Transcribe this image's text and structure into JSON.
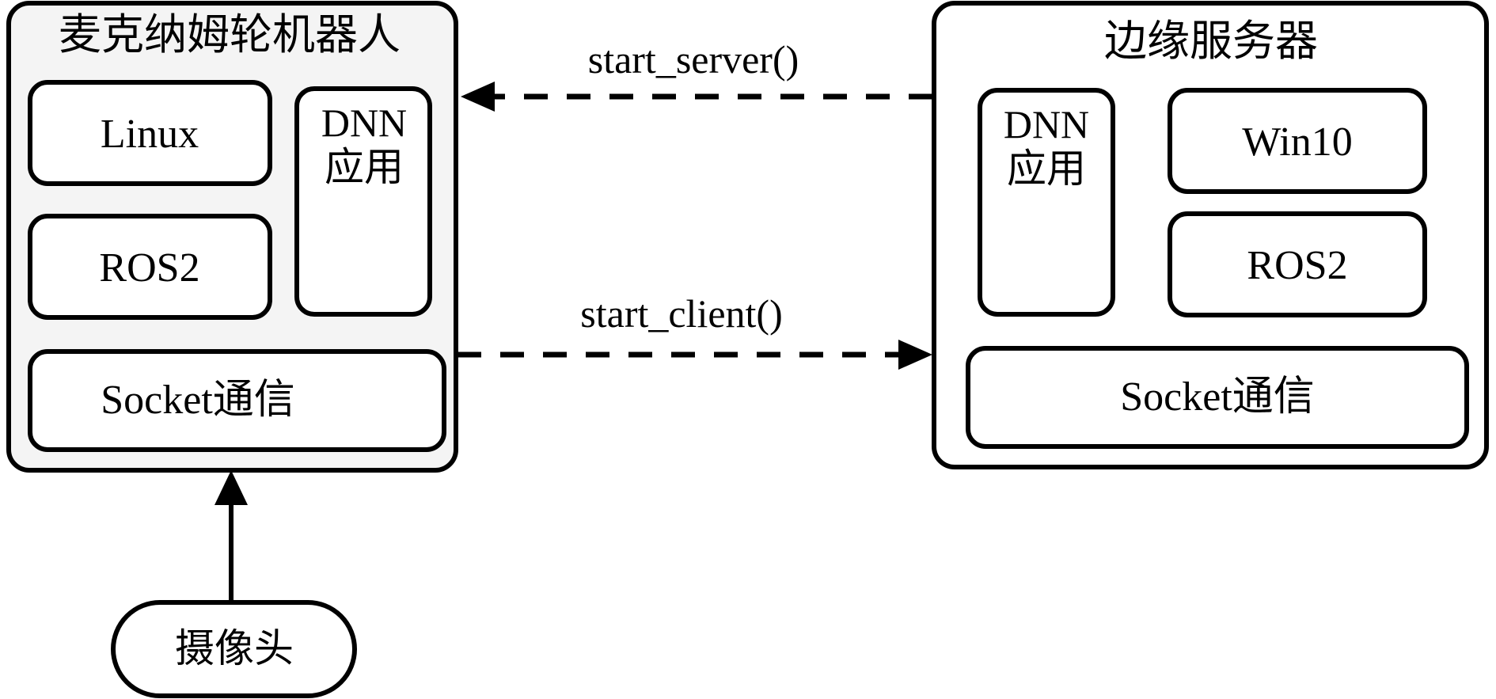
{
  "diagram": {
    "title": "Mecanum wheel robot and edge server architecture",
    "background_color": "#ffffff",
    "stroke_color": "#000000",
    "robot_panel_fill": "#f4f4f4",
    "server_panel_fill": "#ffffff"
  },
  "robot_panel": {
    "title": "麦克纳姆轮机器人",
    "boxes": {
      "os": "Linux",
      "middleware": "ROS2",
      "dnn_line1": "DNN",
      "dnn_line2": "应用",
      "socket": "Socket通信"
    }
  },
  "server_panel": {
    "title": "边缘服务器",
    "boxes": {
      "dnn_line1": "DNN",
      "dnn_line2": "应用",
      "os": "Win10",
      "middleware": "ROS2",
      "socket": "Socket通信"
    }
  },
  "edges": {
    "start_server": {
      "label": "start_server()",
      "style": "dashed",
      "direction": "server-to-robot"
    },
    "start_client": {
      "label": "start_client()",
      "style": "dashed",
      "direction": "robot-to-server"
    },
    "camera_feed": {
      "label": "",
      "style": "solid",
      "direction": "camera-to-robot"
    }
  },
  "camera_node": {
    "label": "摄像头"
  }
}
